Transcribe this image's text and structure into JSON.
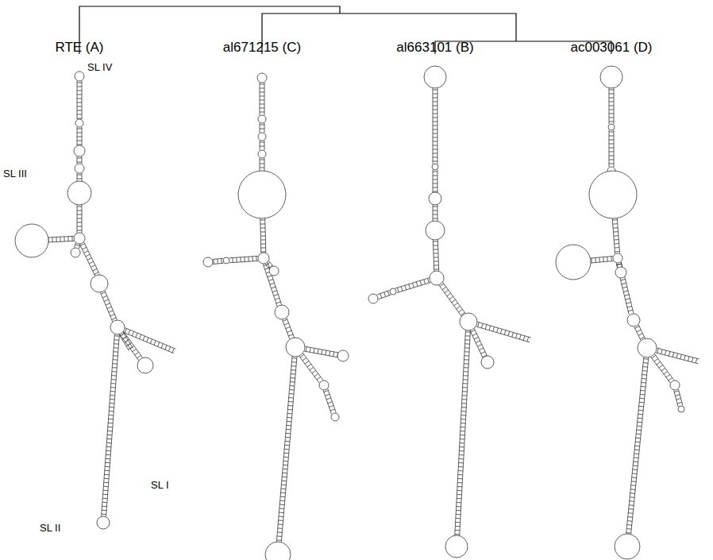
{
  "diagram": {
    "labels": [
      "RTE (A)",
      "SL IV",
      "SL III",
      "SL I",
      "SL II",
      "al671215 (C)",
      "al663101 (B)",
      "ac003061 (D)"
    ]
  }
}
